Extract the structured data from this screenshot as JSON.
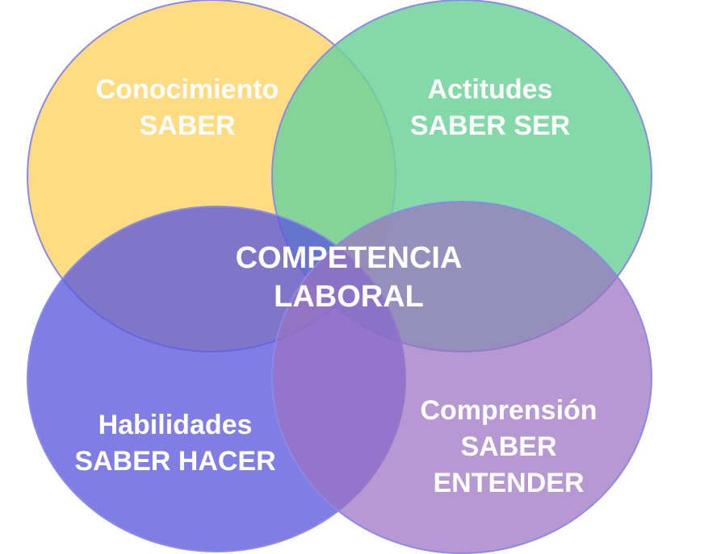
{
  "diagram": {
    "type": "venn",
    "center": {
      "line1": "COMPETENCIA",
      "line2": "LABORAL"
    },
    "sets": [
      {
        "id": "conocimiento",
        "line1": "Conocimiento",
        "line2": "SABER",
        "color": "#FFD670"
      },
      {
        "id": "actitudes",
        "line1": "Actitudes",
        "line2": "SABER SER",
        "color": "#6FD29A"
      },
      {
        "id": "habilidades",
        "line1": "Habilidades",
        "line2": "SABER HACER",
        "color": "#6D6BE2"
      },
      {
        "id": "comprension",
        "line1": "Comprensión",
        "line2": "SABER",
        "line3": "ENTENDER",
        "color": "#A57FC9"
      }
    ],
    "outline_color": "#8A8AE6"
  }
}
